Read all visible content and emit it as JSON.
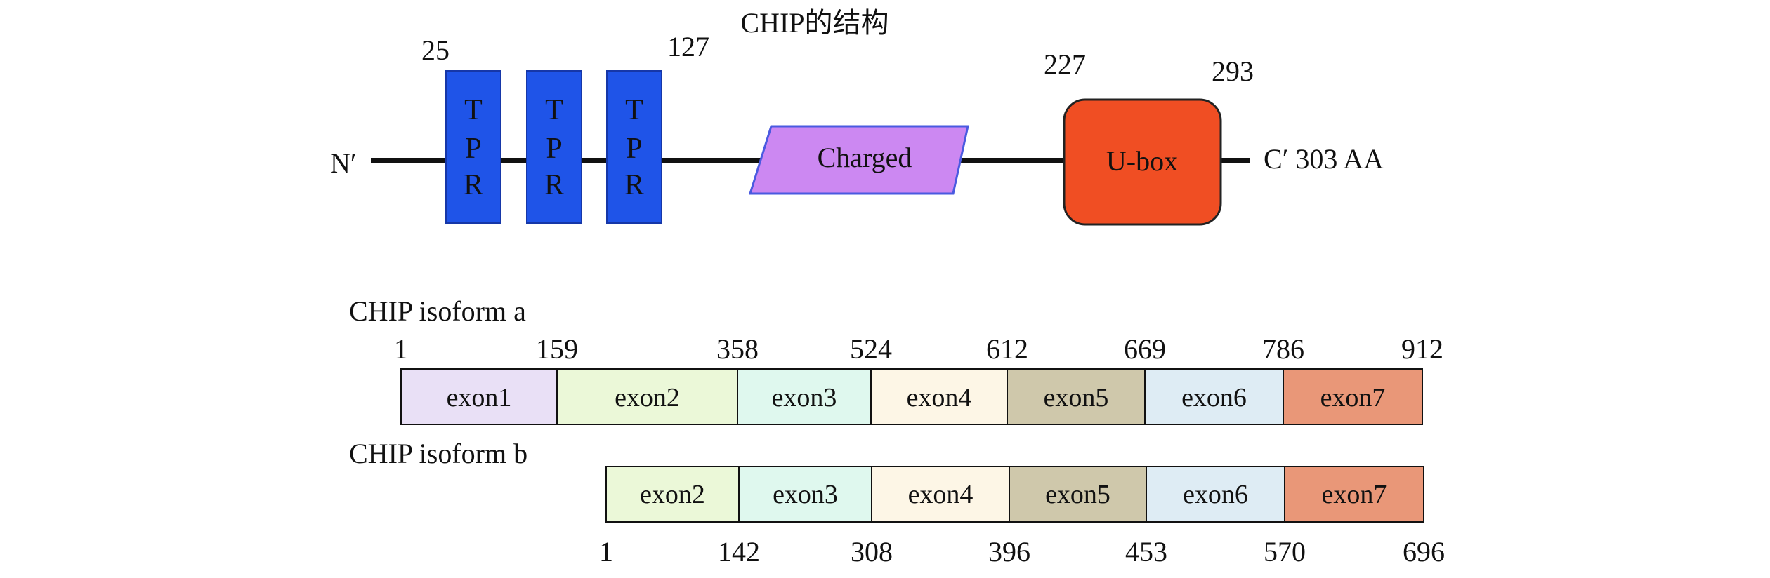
{
  "title": "CHIP的结构",
  "protein": {
    "n_label": "N′",
    "c_label": "C′ 303 AA",
    "tpr_letters": [
      "T",
      "P",
      "R"
    ],
    "tpr_start": "25",
    "tpr_end": "127",
    "charged_label": "Charged",
    "ubox_label": "U-box",
    "ubox_start": "227",
    "ubox_end": "293",
    "colors": {
      "tpr": "#1f54e8",
      "charged": "#cc88f2",
      "ubox": "#f04e23",
      "line": "#111111"
    }
  },
  "isoform_a": {
    "label": "CHIP isoform a",
    "exons": [
      {
        "name": "exon1",
        "color": "#e9e0f6"
      },
      {
        "name": "exon2",
        "color": "#ebf8d8"
      },
      {
        "name": "exon3",
        "color": "#dff8ee"
      },
      {
        "name": "exon4",
        "color": "#fdf6e6"
      },
      {
        "name": "exon5",
        "color": "#cfc8ab"
      },
      {
        "name": "exon6",
        "color": "#deecf4"
      },
      {
        "name": "exon7",
        "color": "#e99778"
      }
    ],
    "positions": [
      "1",
      "159",
      "358",
      "524",
      "612",
      "669",
      "786",
      "912"
    ]
  },
  "isoform_b": {
    "label": "CHIP isoform b",
    "exons": [
      {
        "name": "exon2",
        "color": "#ebf8d8"
      },
      {
        "name": "exon3",
        "color": "#dff8ee"
      },
      {
        "name": "exon4",
        "color": "#fdf6e6"
      },
      {
        "name": "exon5",
        "color": "#cfc8ab"
      },
      {
        "name": "exon6",
        "color": "#deecf4"
      },
      {
        "name": "exon7",
        "color": "#e99778"
      }
    ],
    "positions": [
      "1",
      "142",
      "308",
      "396",
      "453",
      "570",
      "696"
    ]
  }
}
